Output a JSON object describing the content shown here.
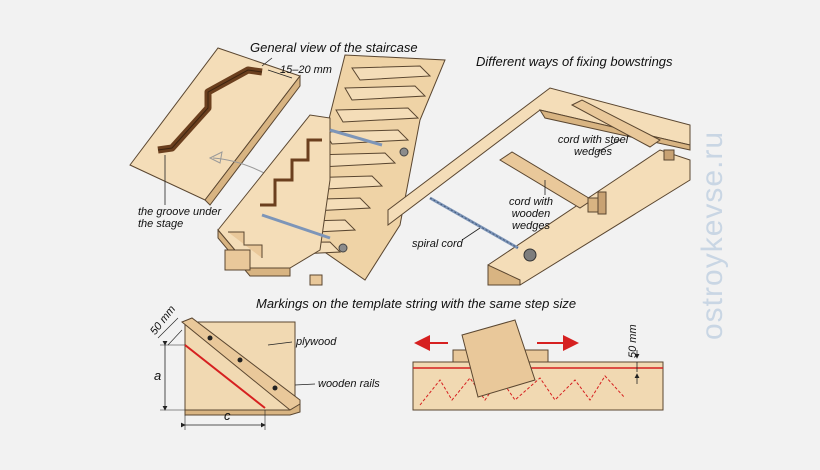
{
  "captions": {
    "general_view": "General view of the staircase",
    "fixing_ways": "Different ways of fixing bowstrings",
    "markings": "Markings on the template string with the same step size"
  },
  "labels": {
    "groove_depth": "15–20 mm",
    "groove": "the groove under the stage",
    "cord_steel": "cord with steel wedges",
    "cord_wooden": "cord with wooden wedges",
    "spiral_cord": "spiral cord",
    "plywood": "plywood",
    "wooden_rails": "wooden rails",
    "dim_50_left": "50 mm",
    "dim_a": "a",
    "dim_c": "c",
    "dim_50_right": "50 mm"
  },
  "watermark": "ostroykevse.ru",
  "colors": {
    "wood_light": "#f4ddb8",
    "wood_mid": "#e9c89a",
    "wood_dark": "#c8a273",
    "outline": "#5a4630",
    "groove_brown": "#6b3f1e",
    "marking_red": "#d62020",
    "arrow_red": "#d62020",
    "rod_blue": "#7d95b8"
  }
}
